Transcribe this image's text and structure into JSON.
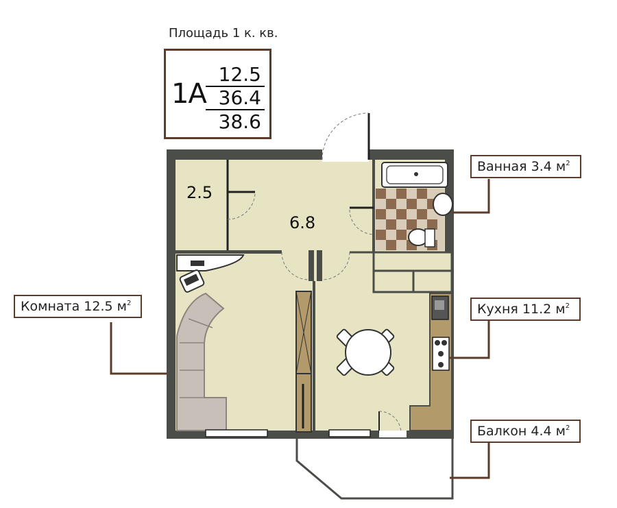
{
  "header": {
    "title": "Площадь 1 к. кв."
  },
  "apartment": {
    "code": "1A",
    "living_area": "12.5",
    "total_area": "36.4",
    "total_with_balcony": "38.6"
  },
  "rooms": {
    "bathroom": {
      "name": "Ванная",
      "area": "3.4",
      "unit": "м",
      "sup": "2"
    },
    "room": {
      "name": "Комната",
      "area": "12.5",
      "unit": "м",
      "sup": "2"
    },
    "kitchen": {
      "name": "Кухня",
      "area": "11.2",
      "unit": "м",
      "sup": "2"
    },
    "balcony": {
      "name": "Балкон",
      "area": "4.4",
      "unit": "м",
      "sup": "2"
    }
  },
  "plan_labels": {
    "closet_area": "2.5",
    "hall_area": "6.8"
  },
  "colors": {
    "wall": "#4a4d48",
    "floor": "#e6e4c2",
    "frame": "#5b3b2a",
    "sofa": "#c8bfb8",
    "tile_dark": "#8b6a4f",
    "tile_light": "#d9cdb9",
    "wood": "#b39a6a"
  }
}
